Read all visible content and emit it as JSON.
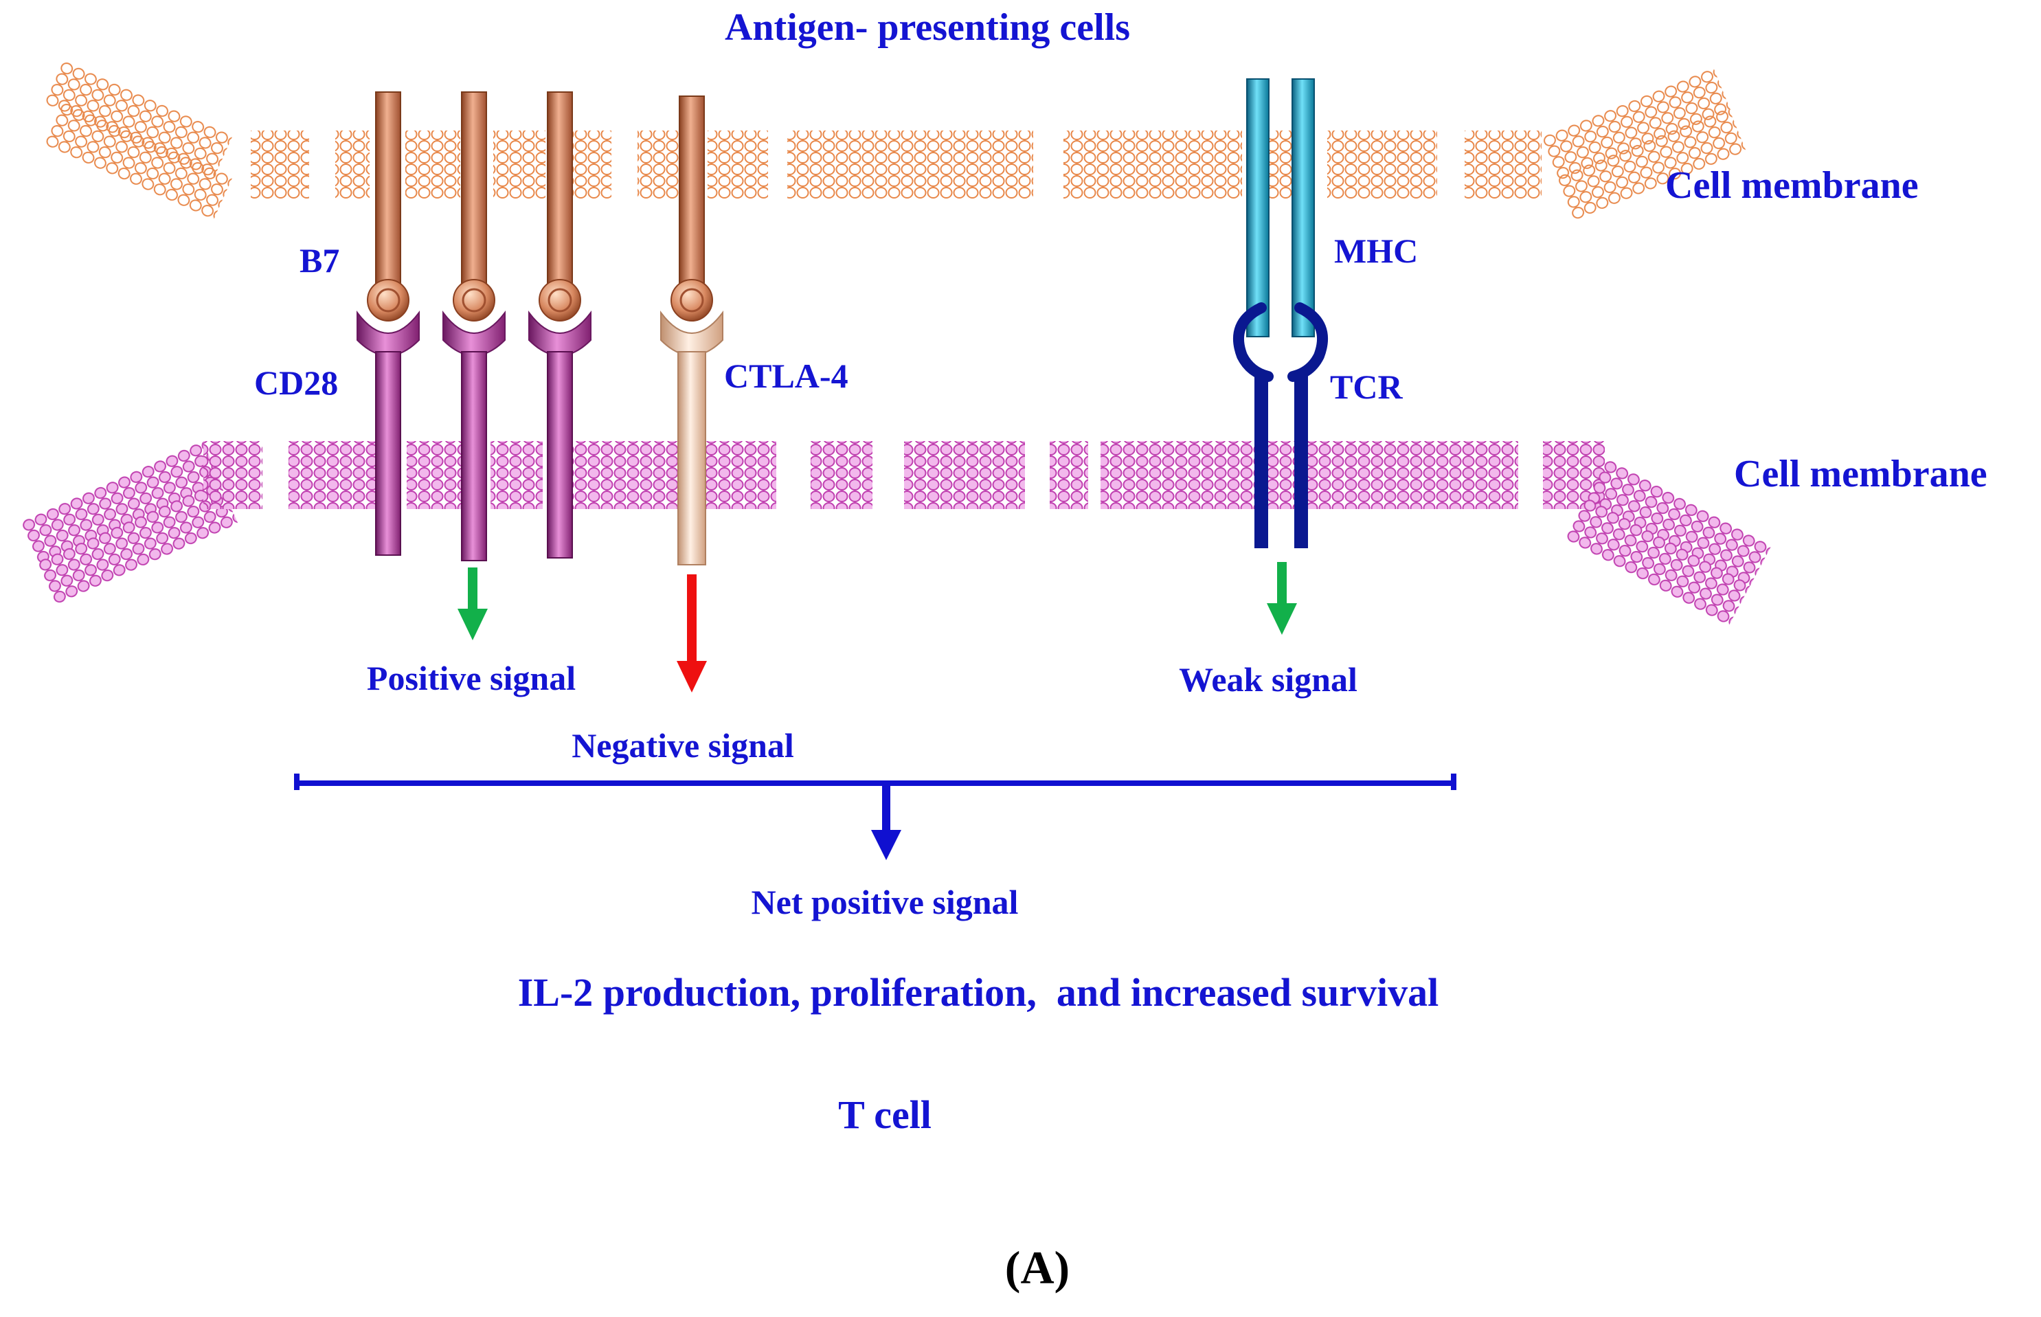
{
  "labels": {
    "apc": "Antigen- presenting cells",
    "membrane_top": "Cell membrane",
    "membrane_bottom": "Cell membrane",
    "b7": "B7",
    "cd28": "CD28",
    "ctla4": "CTLA-4",
    "mhc": "MHC",
    "tcr": "TCR",
    "positive": "Positive signal",
    "negative": "Negative signal",
    "weak": "Weak signal",
    "net": "Net positive signal",
    "outcome": "IL-2 production, proliferation,  and increased survival",
    "tcell": "T cell",
    "panel": "(A)"
  },
  "colors": {
    "text": "#1414d2",
    "apc_membrane": "#e8884a",
    "tcell_membrane": "#c040b0",
    "b7": "#c8724a",
    "cd28": "#b44aa0",
    "ctla4": "#f2cdb4",
    "mhc": "#1aa0c0",
    "tcr": "#0a1890",
    "positive_arrow": "#12b04a",
    "negative_arrow": "#ee1010",
    "bracket": "#1010d0"
  }
}
